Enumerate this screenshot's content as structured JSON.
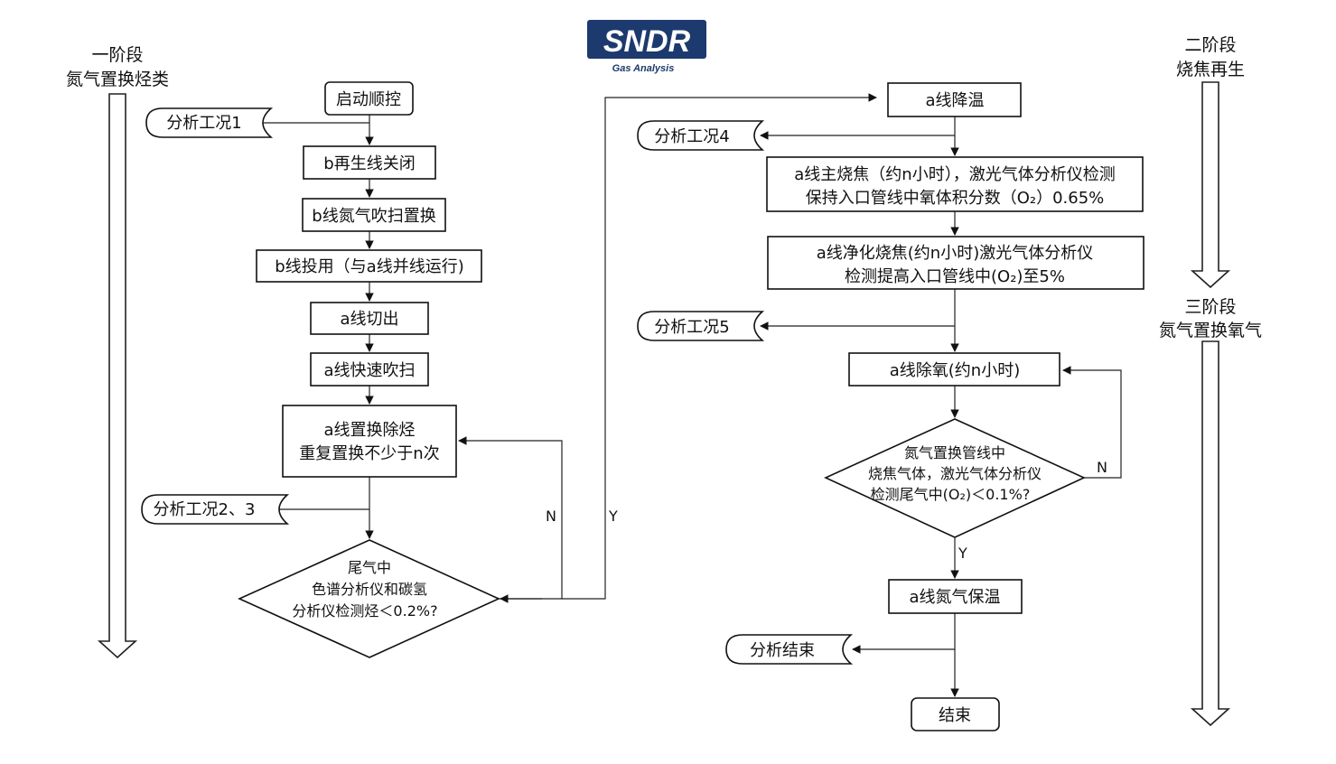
{
  "logo": {
    "brand": "SNDR",
    "registered": "®",
    "subtitle": "Gas Analysis",
    "color": "#1d3a6e"
  },
  "stages": {
    "stage1": {
      "line1": "一阶段",
      "line2": "氮气置换烃类"
    },
    "stage2": {
      "line1": "二阶段",
      "line2": "烧焦再生"
    },
    "stage3": {
      "line1": "三阶段",
      "line2": "氮气置换氧气"
    }
  },
  "left_flow": {
    "start": "启动顺控",
    "step1": "b再生线关闭",
    "step2": "b线氮气吹扫置换",
    "step3": "b线投用（与a线并线运行)",
    "step4": "a线切出",
    "step5": "a线快速吹扫",
    "step6": {
      "line1": "a线置换除烃",
      "line2": "重复置换不少于n次"
    },
    "decision": {
      "line1": "尾气中",
      "line2": "色谱分析仪和碳氢",
      "line3": "分析仪检测烃＜0.2%?"
    },
    "label_n": "N",
    "label_y": "Y"
  },
  "analysis_tags": {
    "tag1": "分析工况1",
    "tag23": "分析工况2、3",
    "tag4": "分析工况4",
    "tag5": "分析工况5",
    "tag_end": "分析结束"
  },
  "right_flow": {
    "step1": "a线降温",
    "step2": {
      "line1": "a线主烧焦（约n小时），激光气体分析仪检测",
      "line2": "保持入口管线中氧体积分数（O₂）0.65%"
    },
    "step3": {
      "line1": "a线净化烧焦(约n小时)激光气体分析仪",
      "line2": "检测提高入口管线中(O₂)至5%"
    },
    "step4": "a线除氧(约n小时)",
    "decision": {
      "line1": "氮气置换管线中",
      "line2": "烧焦气体，激光气体分析仪",
      "line3": "检测尾气中(O₂)＜0.1%?"
    },
    "label_n": "N",
    "label_y": "Y",
    "step5": "a线氮气保温",
    "end": "结束"
  }
}
